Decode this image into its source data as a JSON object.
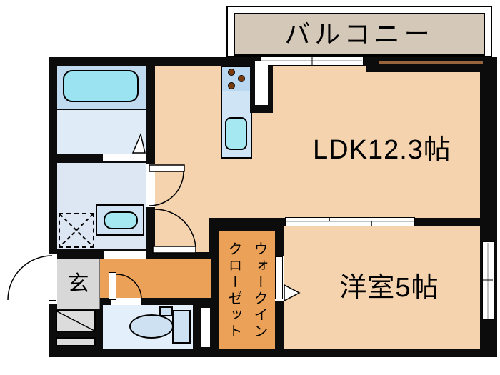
{
  "page": {
    "type": "apartment-floor-plan"
  },
  "balcony": {
    "label": "バルコニー"
  },
  "rooms": {
    "ldk": {
      "label": "LDK12.3帖"
    },
    "western": {
      "label": "洋室5帖"
    },
    "wic": {
      "label": "ウォークイン\nクローゼット"
    },
    "entrance": {
      "label": "玄"
    }
  },
  "colors": {
    "wall": "#0c0c0c",
    "floor_beige": "#f4d3ae",
    "accent_orange": "#eba157",
    "balcony_tan": "#d4c8b8",
    "bathroom_blue": "#c0daef",
    "fixture_cyan": "#9be3f0",
    "toilet_blue": "#e3f0fb",
    "entrance_gray": "#d8d8d8"
  },
  "icons": {
    "bathtub-icon": "rounded rectangle",
    "washing-machine-icon": "dashed square with X",
    "vanity-sink-icon": "rounded rectangle",
    "stove-icon": "three burner dots",
    "kitchen-sink-icon": "rounded rectangle",
    "toilet-icon": "oval bowl with tank",
    "door-swing-icon": "quarter-circle arc",
    "sliding-window-icon": "double line band"
  }
}
